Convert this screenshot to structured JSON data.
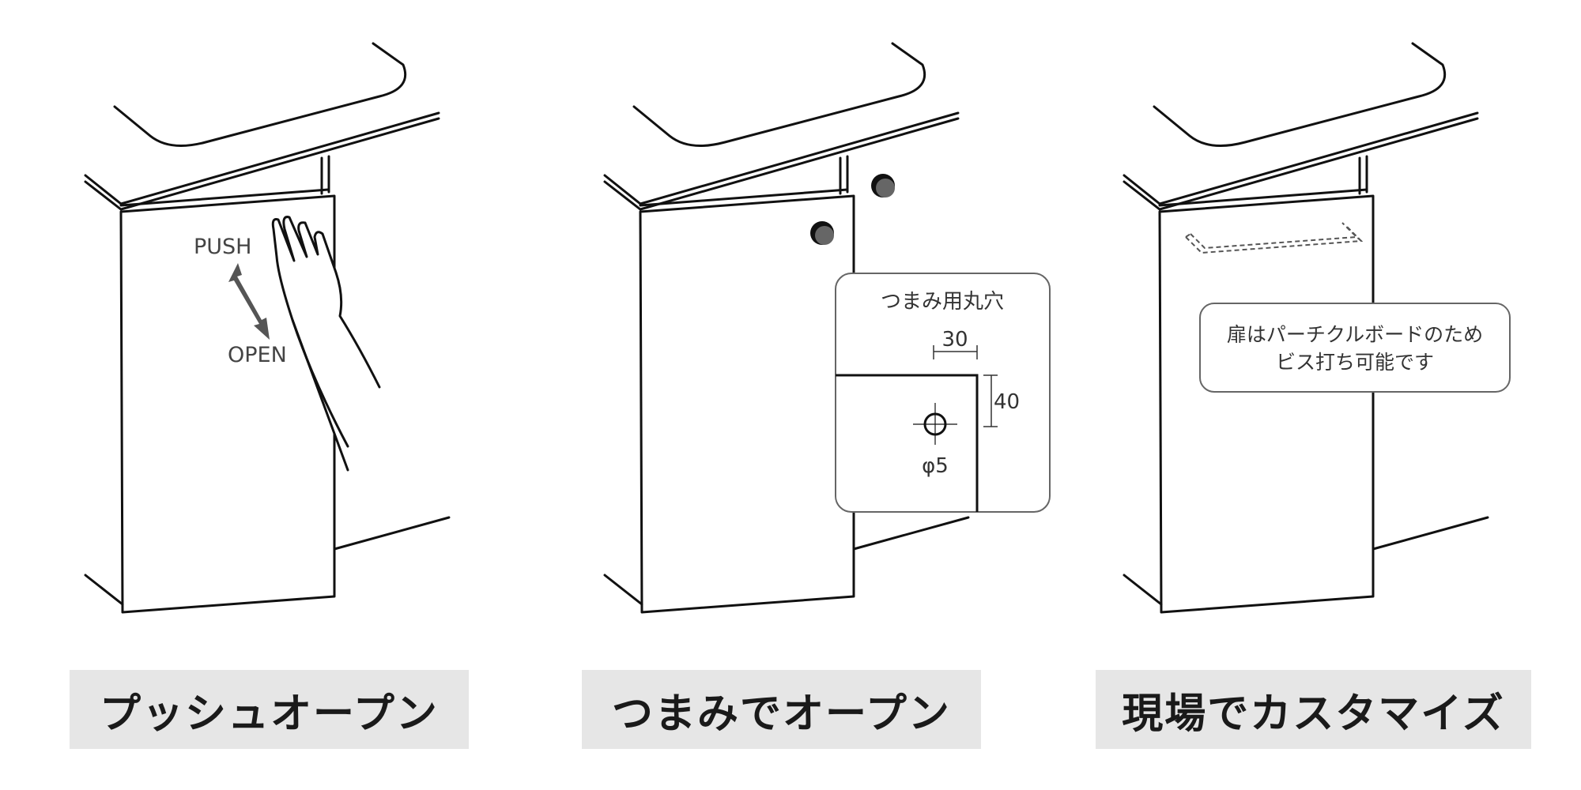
{
  "panels": [
    {
      "id": "push-open",
      "caption": "プッシュオープン",
      "push_label": "PUSH",
      "open_label": "OPEN"
    },
    {
      "id": "knob-open",
      "caption": "つまみでオープン",
      "callout": {
        "title": "つまみ用丸穴",
        "dim_horizontal": "30",
        "dim_vertical": "40",
        "hole_diameter": "φ5"
      }
    },
    {
      "id": "customize",
      "caption": "現場でカスタマイズ",
      "note_line1": "扉はパーチクルボードのため",
      "note_line2": "ビス打ち可能です"
    }
  ],
  "colors": {
    "line": "#111111",
    "caption_bg": "#e6e6e6",
    "arrow": "#555555",
    "knob": "#666666"
  }
}
